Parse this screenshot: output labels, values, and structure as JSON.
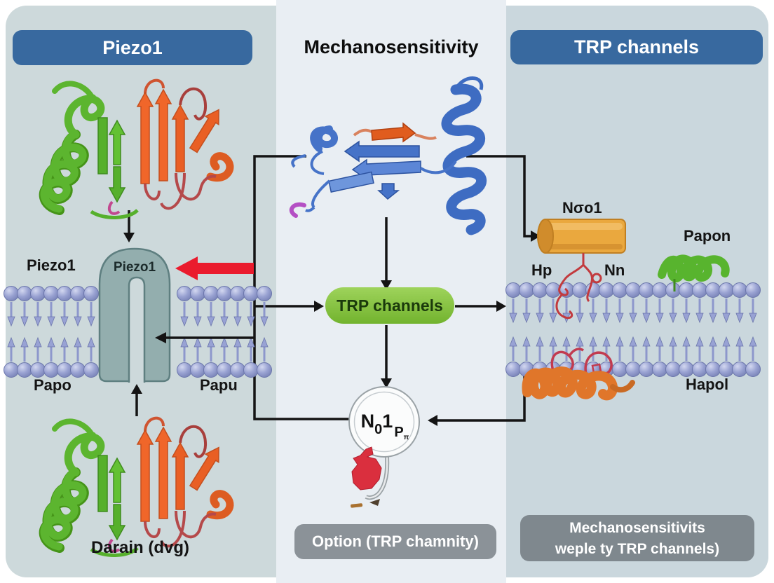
{
  "figure": {
    "headers": {
      "left": "Piezo1",
      "center": "Mechanosensitivity",
      "right": "TRP channels"
    },
    "left_panel": {
      "membrane_label_top": "Piezo1",
      "channel_label": "Piezo1",
      "membrane_label_bottom_left": "Papo",
      "membrane_label_bottom_right": "Papu",
      "bottom_structure_label": "Darain (dvg)"
    },
    "center_panel": {
      "trp_box_label": "TRP channels",
      "circle_label": {
        "n": "N",
        "zero": "0",
        "one": "1",
        "p": "P",
        "tiny": "π"
      },
      "caption": "Option (TRP chamnity)"
    },
    "right_panel": {
      "cylinder_label": "Nσo1",
      "lipid_label_left": "Hp",
      "lipid_label_right": "Nn",
      "helix_label_top": "Papon",
      "helix_label_bottom": "Hapol",
      "caption_line1": "Mechanosensitivits",
      "caption_line2": "weple ty TRP channels)"
    },
    "colors": {
      "header_blue": "#38699f",
      "panel_left_bg": "#cdd9db",
      "panel_right_bg": "#cad7dd",
      "center_strip_bg": "#e9eef3",
      "green_box": "#7fbf3a",
      "gray_box": "#8b9298",
      "red_arrow": "#ea1b2d",
      "membrane_lipid": "#98a2d4",
      "channel_teal": "#93aeae",
      "ribbon_green": "#5cb52f",
      "ribbon_orange": "#f0662a",
      "ribbon_blue": "#3e6cc2",
      "cylinder_yellow": "#eaa83e"
    }
  }
}
